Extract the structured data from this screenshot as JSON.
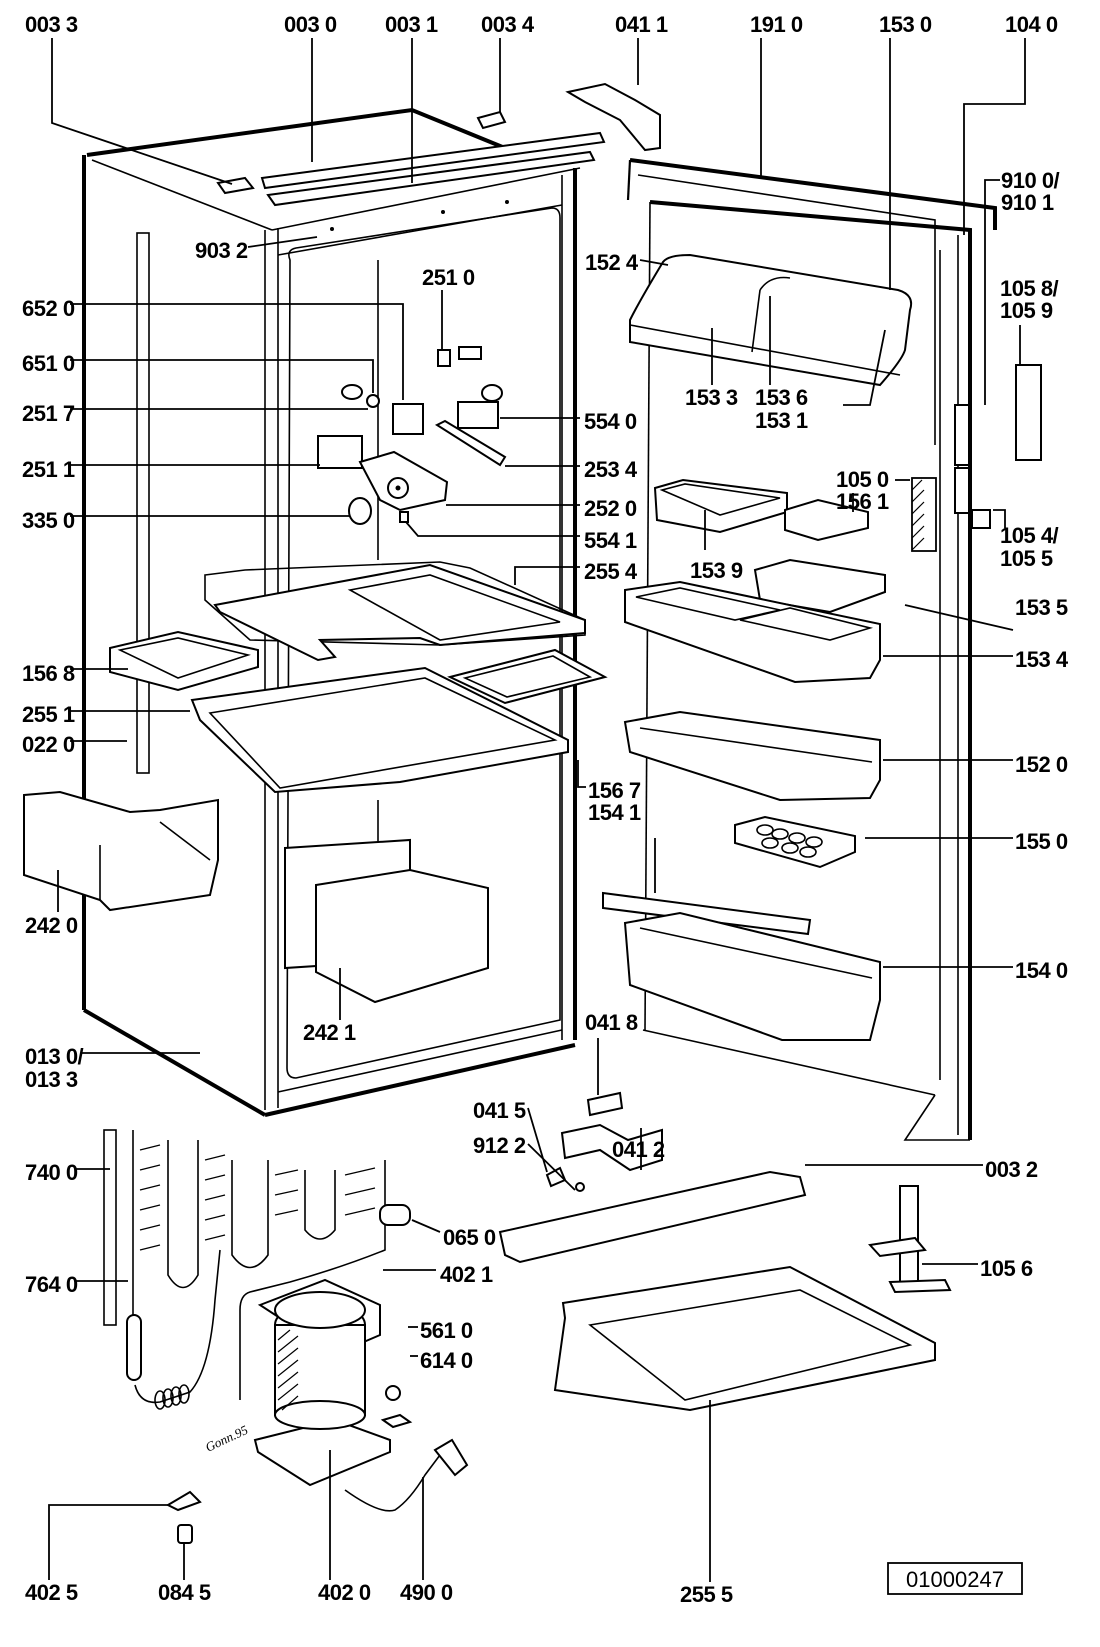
{
  "diagram": {
    "title": "Refrigerator exploded parts diagram",
    "reference_number": "01000247",
    "signature": "Gonn.95",
    "callouts": [
      {
        "id": "0033",
        "text": "003 3"
      },
      {
        "id": "0030",
        "text": "003 0"
      },
      {
        "id": "0031",
        "text": "003 1"
      },
      {
        "id": "0034",
        "text": "003 4"
      },
      {
        "id": "0411",
        "text": "041 1"
      },
      {
        "id": "1910",
        "text": "191 0"
      },
      {
        "id": "1530",
        "text": "153 0"
      },
      {
        "id": "1040",
        "text": "104 0"
      },
      {
        "id": "9100",
        "text": "910 0/"
      },
      {
        "id": "9101",
        "text": "910 1"
      },
      {
        "id": "9032",
        "text": "903 2"
      },
      {
        "id": "2510",
        "text": "251 0"
      },
      {
        "id": "1524",
        "text": "152 4"
      },
      {
        "id": "1058",
        "text": "105 8/"
      },
      {
        "id": "1059",
        "text": "105 9"
      },
      {
        "id": "6520",
        "text": "652 0"
      },
      {
        "id": "6510",
        "text": "651 0"
      },
      {
        "id": "2517",
        "text": "251 7"
      },
      {
        "id": "2511",
        "text": "251 1"
      },
      {
        "id": "3350",
        "text": "335 0"
      },
      {
        "id": "5540",
        "text": "554 0"
      },
      {
        "id": "2534",
        "text": "253 4"
      },
      {
        "id": "2520",
        "text": "252 0"
      },
      {
        "id": "5541",
        "text": "554 1"
      },
      {
        "id": "2554",
        "text": "255 4"
      },
      {
        "id": "1533",
        "text": "153 3"
      },
      {
        "id": "1536",
        "text": "153 6"
      },
      {
        "id": "1531",
        "text": "153 1"
      },
      {
        "id": "1050",
        "text": "105 0"
      },
      {
        "id": "1561",
        "text": "156 1"
      },
      {
        "id": "1539",
        "text": "153 9"
      },
      {
        "id": "1054",
        "text": "105 4/"
      },
      {
        "id": "1055",
        "text": "105 5"
      },
      {
        "id": "1535",
        "text": "153 5"
      },
      {
        "id": "1534",
        "text": "153 4"
      },
      {
        "id": "1568",
        "text": "156 8"
      },
      {
        "id": "2551",
        "text": "255 1"
      },
      {
        "id": "0220",
        "text": "022 0"
      },
      {
        "id": "1520",
        "text": "152 0"
      },
      {
        "id": "1567",
        "text": "156 7"
      },
      {
        "id": "1541",
        "text": "154 1"
      },
      {
        "id": "1550",
        "text": "155 0"
      },
      {
        "id": "2420",
        "text": "242 0"
      },
      {
        "id": "2421",
        "text": "242 1"
      },
      {
        "id": "1540",
        "text": "154 0"
      },
      {
        "id": "0418",
        "text": "041 8"
      },
      {
        "id": "0130",
        "text": "013 0/"
      },
      {
        "id": "0133",
        "text": "013 3"
      },
      {
        "id": "0415",
        "text": "041 5"
      },
      {
        "id": "9122",
        "text": "912 2"
      },
      {
        "id": "0412",
        "text": "041 2"
      },
      {
        "id": "7400",
        "text": "740 0"
      },
      {
        "id": "0032",
        "text": "003 2"
      },
      {
        "id": "0650",
        "text": "065 0"
      },
      {
        "id": "4021",
        "text": "402 1"
      },
      {
        "id": "1056",
        "text": "105 6"
      },
      {
        "id": "7640",
        "text": "764 0"
      },
      {
        "id": "5610",
        "text": "561 0"
      },
      {
        "id": "6140",
        "text": "614 0"
      },
      {
        "id": "4025",
        "text": "402 5"
      },
      {
        "id": "0845",
        "text": "084 5"
      },
      {
        "id": "4020",
        "text": "402 0"
      },
      {
        "id": "4900",
        "text": "490 0"
      },
      {
        "id": "2555",
        "text": "255 5"
      }
    ]
  }
}
